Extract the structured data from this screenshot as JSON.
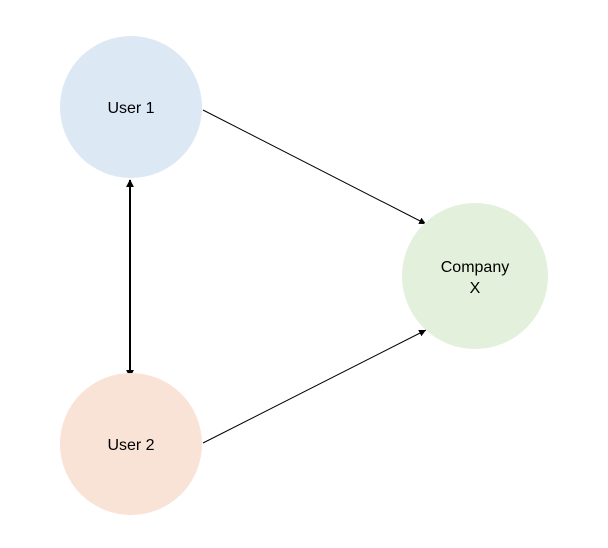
{
  "nodes": {
    "user1": {
      "label": "User 1",
      "fill": "#dde8f5"
    },
    "user2": {
      "label": "User 2",
      "fill": "#f9e3d6"
    },
    "company": {
      "label_line1": "Company",
      "label_line2": "X",
      "fill": "#e2f0dc"
    }
  },
  "edges": [
    {
      "from": "User 1",
      "to": "Company X",
      "style": "thin-arrow"
    },
    {
      "from": "User 2",
      "to": "Company X",
      "style": "thin-arrow"
    },
    {
      "from": "User 1",
      "to": "User 2",
      "style": "thick-double-arrow"
    }
  ],
  "colors": {
    "edge": "#000000",
    "background": "#ffffff"
  }
}
